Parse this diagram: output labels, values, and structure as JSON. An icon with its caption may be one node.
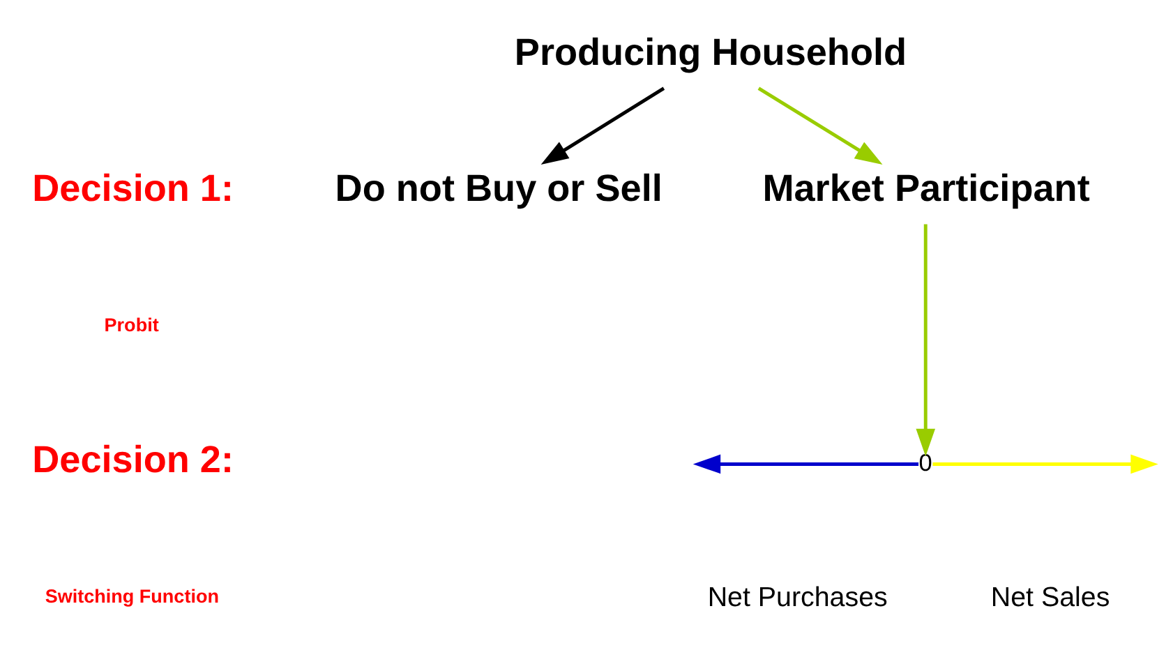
{
  "diagram": {
    "nodes": [
      {
        "text": [
          "Producing Household"
        ]
      },
      {
        "text": [
          "Do not Buy or Sell"
        ]
      },
      {
        "text": [
          "Market Participant"
        ]
      },
      {
        "text": [
          "0"
        ]
      }
    ],
    "edges": [
      {
        "from": 0,
        "to": 1,
        "arrow": "to",
        "color": "#000000"
      },
      {
        "from": 0,
        "to": 2,
        "arrow": "to",
        "color": "#99cc00"
      },
      {
        "from": 2,
        "to": 3,
        "arrow": "to",
        "color": "#99cc00"
      },
      {
        "from": 3,
        "to": null,
        "arrow": "to",
        "color": "#0000cc"
      },
      {
        "from": 3,
        "to": null,
        "arrow": "to",
        "color": "#ffff00"
      }
    ],
    "labels": [
      "Decision 1:",
      "Probit",
      "Decision 2:",
      "Switching Function",
      "Net Purchases",
      "Net Sales"
    ]
  }
}
